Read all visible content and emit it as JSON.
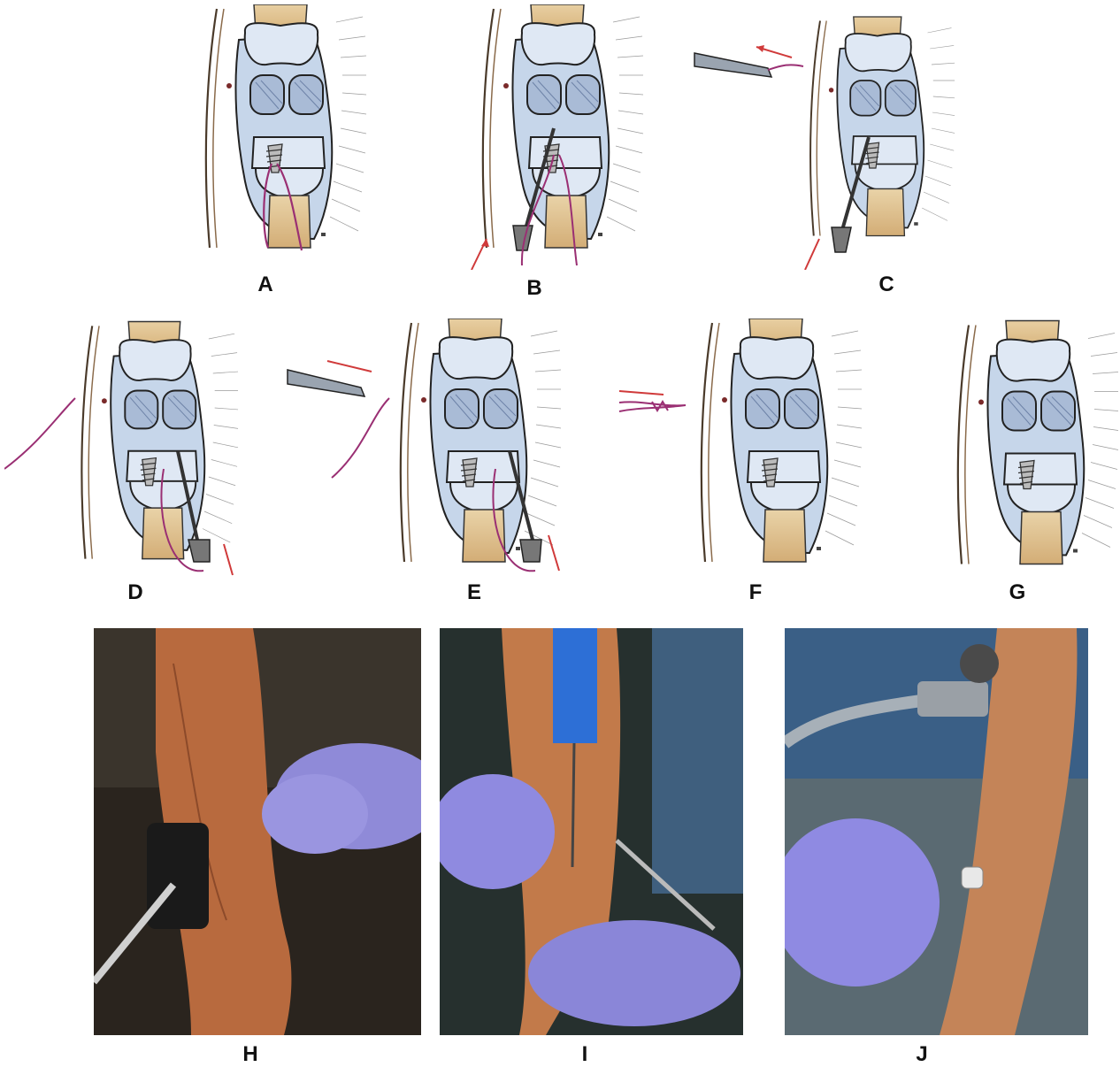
{
  "figure": {
    "panels": [
      {
        "id": "A",
        "label": "A"
      },
      {
        "id": "B",
        "label": "B"
      },
      {
        "id": "C",
        "label": "C"
      },
      {
        "id": "D",
        "label": "D"
      },
      {
        "id": "E",
        "label": "E"
      },
      {
        "id": "F",
        "label": "F"
      },
      {
        "id": "G",
        "label": "G"
      },
      {
        "id": "H",
        "label": "H"
      },
      {
        "id": "I",
        "label": "I"
      },
      {
        "id": "J",
        "label": "J"
      }
    ]
  },
  "colors": {
    "suture": "#9a2f73",
    "arrow": "#d03a3a",
    "bone": "#dfe8f2",
    "capsule": "#c9d7e8",
    "skin": "#a8603b",
    "glove": "#8a86d8"
  }
}
